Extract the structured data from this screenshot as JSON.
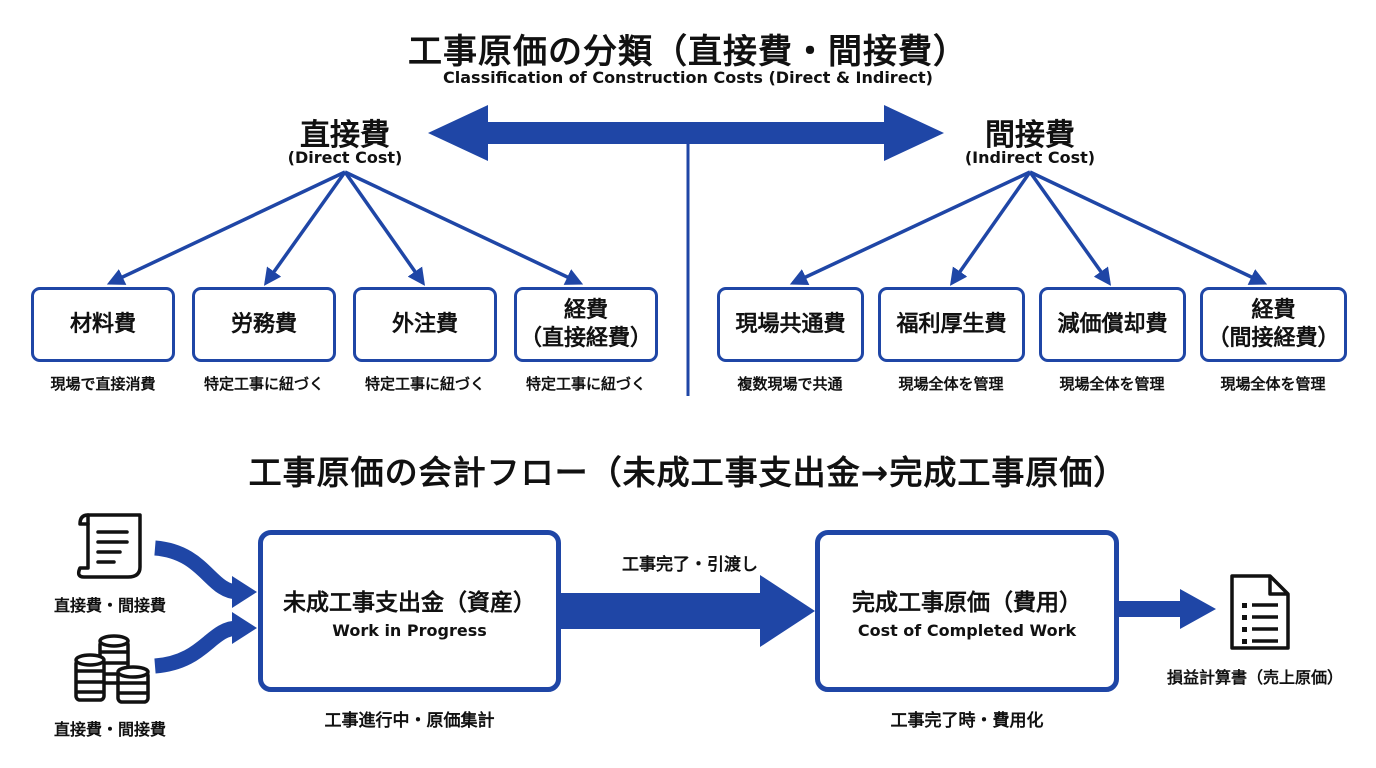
{
  "classification": {
    "title": "工事原価の分類（直接費・間接費）",
    "subtitle": "Classification of Construction Costs (Direct & Indirect)",
    "direct": {
      "label": "直接費",
      "label_en": "(Direct Cost)",
      "items": [
        {
          "label": "材料費",
          "note": "現場で直接消費"
        },
        {
          "label": "労務費",
          "note": "特定工事に紐づく"
        },
        {
          "label": "外注費",
          "note": "特定工事に紐づく"
        },
        {
          "label": "経費",
          "label2": "（直接経費）",
          "note": "特定工事に紐づく"
        }
      ]
    },
    "indirect": {
      "label": "間接費",
      "label_en": "(Indirect Cost)",
      "items": [
        {
          "label": "現場共通費",
          "note": "複数現場で共通"
        },
        {
          "label": "福利厚生費",
          "note": "現場全体を管理"
        },
        {
          "label": "減価償却費",
          "note": "現場全体を管理"
        },
        {
          "label": "経費",
          "label2": "（間接経費）",
          "note": "現場全体を管理"
        }
      ]
    }
  },
  "flow": {
    "title": "工事原価の会計フロー（未成工事支出金→完成工事原価）",
    "inputs": [
      {
        "icon": "document-icon",
        "label": "直接費・間接費"
      },
      {
        "icon": "coins-icon",
        "label": "直接費・間接費"
      }
    ],
    "wip": {
      "label": "未成工事支出金（資産）",
      "label_en": "Work in Progress",
      "note": "工事進行中・原価集計"
    },
    "transfer_label": "工事完了・引渡し",
    "completed": {
      "label": "完成工事原価（費用）",
      "label_en": "Cost of Completed Work",
      "note": "工事完了時・費用化"
    },
    "output": {
      "icon": "report-icon",
      "label": "損益計算書（売上原価）"
    }
  },
  "colors": {
    "accent": "#1f46a6",
    "text": "#111111",
    "background": "#ffffff"
  }
}
